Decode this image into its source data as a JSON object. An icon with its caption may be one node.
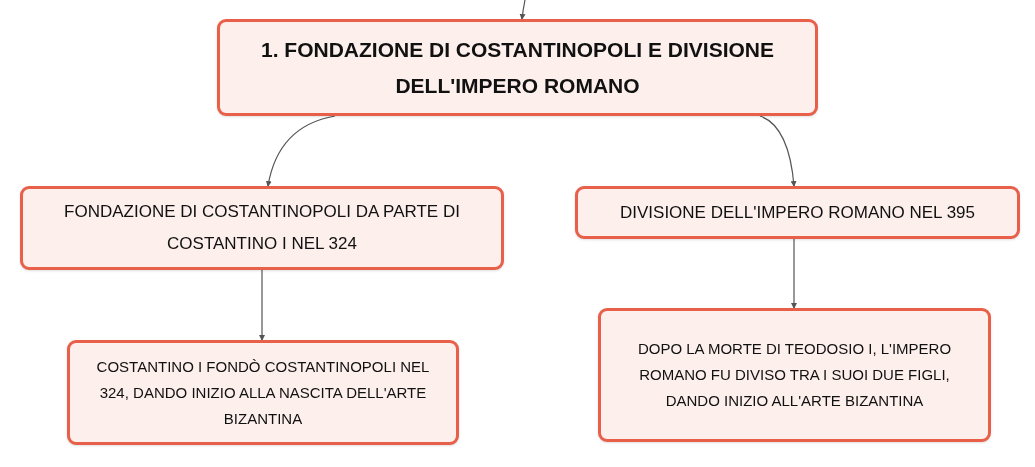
{
  "diagram": {
    "nodes": [
      {
        "text": [
          "1. FONDAZIONE DI COSTANTINOPOLI E DIVISIONE DELL'IMPERO ROMANO"
        ]
      },
      {
        "text": [
          "FONDAZIONE DI COSTANTINOPOLI DA PARTE DI COSTANTINO I NEL 324"
        ]
      },
      {
        "text": [
          "DIVISIONE DELL'IMPERO ROMANO NEL 395"
        ]
      },
      {
        "text": [
          "COSTANTINO I FONDÒ COSTANTINOPOLI NEL 324, DANDO INIZIO ALLA NASCITA DELL'ARTE BIZANTINA"
        ]
      },
      {
        "text": [
          "DOPO LA MORTE DI TEODOSIO I, L'IMPERO ROMANO FU DIVISO TRA I SUOI DUE FIGLI, DANDO INIZIO ALL'ARTE BIZANTINA"
        ]
      }
    ],
    "edges": [
      {
        "from": null,
        "to": 0,
        "arrow": "to"
      },
      {
        "from": 0,
        "to": 1,
        "arrow": "to"
      },
      {
        "from": 0,
        "to": 2,
        "arrow": "to"
      },
      {
        "from": 1,
        "to": 3,
        "arrow": "to"
      },
      {
        "from": 2,
        "to": 4,
        "arrow": "to"
      }
    ]
  }
}
